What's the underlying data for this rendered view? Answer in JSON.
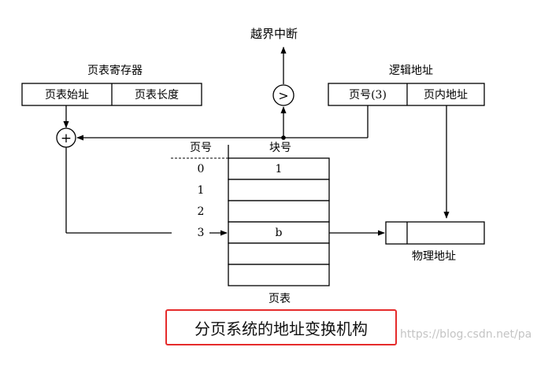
{
  "overflow_label": "越界中断",
  "compare_symbol": ">",
  "add_symbol": "+",
  "page_table_register": {
    "title": "页表寄存器",
    "start_field": "页表始址",
    "length_field": "页表长度"
  },
  "logical_address": {
    "title": "逻辑地址",
    "page_field": "页号(3)",
    "offset_field": "页内地址"
  },
  "page_table": {
    "page_col_header": "页号",
    "block_col_header": "块号",
    "rows": [
      {
        "page": "0",
        "block": "1"
      },
      {
        "page": "1",
        "block": ""
      },
      {
        "page": "2",
        "block": ""
      },
      {
        "page": "3",
        "block": "b"
      },
      {
        "page": "",
        "block": ""
      },
      {
        "page": "",
        "block": ""
      }
    ],
    "label": "页表"
  },
  "physical_address": {
    "label": "物理地址"
  },
  "caption": "分页系统的地址变换机构",
  "watermark": "https://blog.csdn.net/pa"
}
